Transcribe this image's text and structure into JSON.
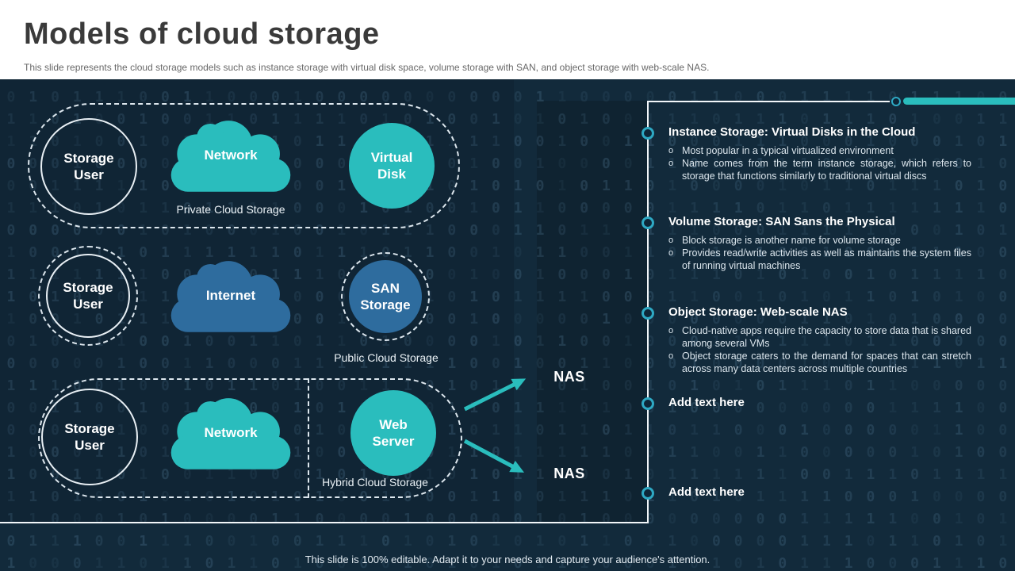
{
  "header": {
    "title": "Models of cloud storage",
    "subtitle": "This slide represents the cloud storage models such as instance storage with virtual disk space, volume storage with SAN,  and object storage with web-scale NAS."
  },
  "colors": {
    "background": "#122A3B",
    "teal": "#2ABDBD",
    "blue": "#2E6C9E",
    "line": "#F2F6F9",
    "ring": "#2EA9C4"
  },
  "diagram": {
    "rows": [
      {
        "user": "Storage User",
        "cloud": "Network",
        "node": "Virtual Disk",
        "caption": "Private Cloud Storage"
      },
      {
        "user": "Storage User",
        "cloud": "Internet",
        "node": "SAN Storage",
        "caption": "Public Cloud Storage"
      },
      {
        "user": "Storage User",
        "cloud": "Network",
        "node": "Web Server",
        "caption": "Hybrid Cloud Storage"
      }
    ],
    "nas_labels": {
      "top": "NAS",
      "bottom": "NAS"
    }
  },
  "panel": {
    "bullet_marker": "o",
    "sections": [
      {
        "heading": "Instance Storage: Virtual Disks in the Cloud",
        "items": [
          "Most popular in a typical virtualized environment",
          "Name comes from the term instance storage, which refers to storage that functions similarly to traditional virtual discs"
        ]
      },
      {
        "heading": "Volume Storage: SAN Sans the Physical",
        "items": [
          "Block storage is another name for volume storage",
          "Provides read/write activities as well as maintains the system files of running virtual machines"
        ]
      },
      {
        "heading": "Object Storage: Web-scale NAS",
        "items": [
          "Cloud-native apps require the capacity to store data that is shared among several VMs",
          "Object storage caters to the demand for spaces that can stretch across many data centers across multiple countries"
        ]
      },
      {
        "heading": "Add text here",
        "items": []
      },
      {
        "heading": "Add text here",
        "items": []
      }
    ]
  },
  "footer": {
    "text": "This slide is 100% editable. Adapt it to your needs and capture your audience's attention."
  },
  "binary_background": {
    "digits": [
      "0",
      "1"
    ]
  }
}
